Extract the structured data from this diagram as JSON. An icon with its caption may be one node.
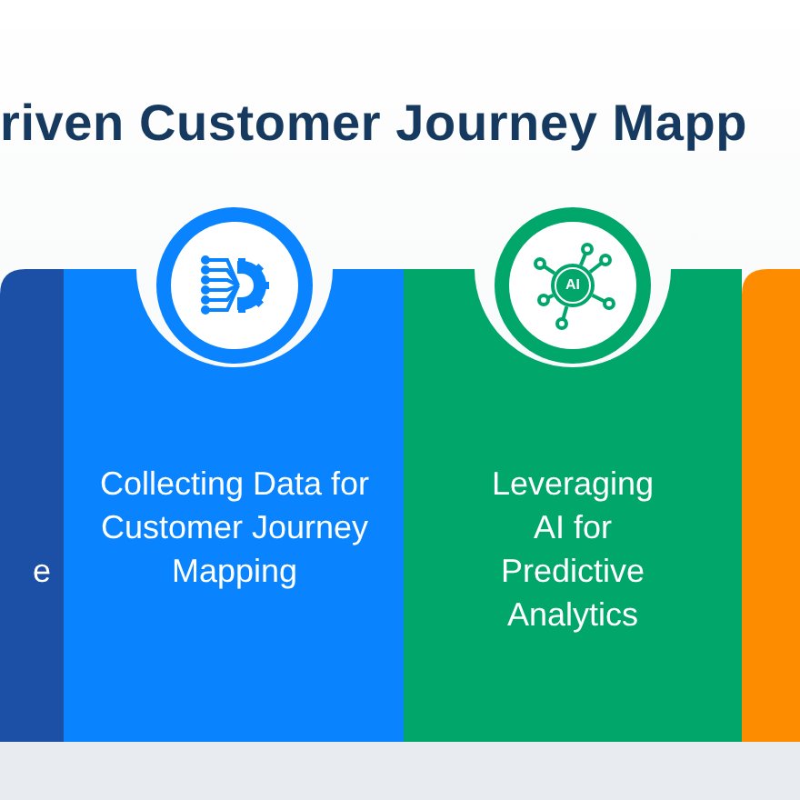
{
  "diagram": {
    "title": "riven Customer Journey Mapp",
    "nodes": [
      {
        "text": [
          "e"
        ]
      },
      {
        "text": [
          "Collecting Data for Customer Journey Mapping"
        ]
      },
      {
        "text": [
          "Leveraging AI for Predictive Analytics"
        ]
      },
      {
        "text": [],
        "shape": "box"
      }
    ],
    "labels": [
      "AI"
    ]
  }
}
